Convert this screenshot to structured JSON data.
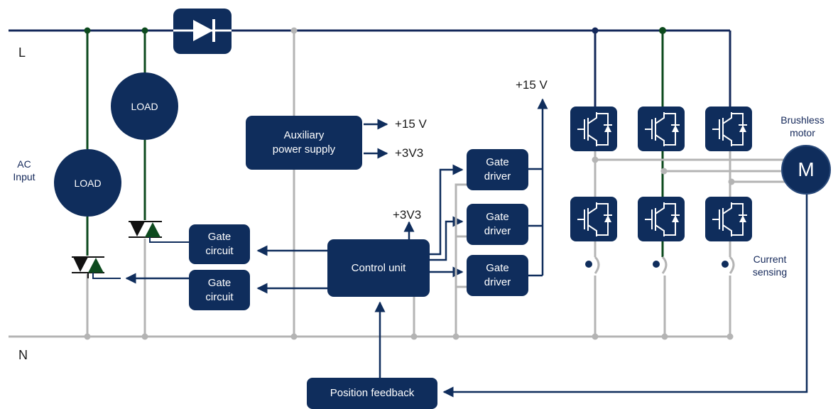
{
  "lines": {
    "live": "L",
    "neutral": "N"
  },
  "ac_input": {
    "line1": "AC",
    "line2": "Input"
  },
  "loads": [
    "LOAD",
    "LOAD"
  ],
  "aux_supply": {
    "line1": "Auxiliary",
    "line2": "power supply"
  },
  "rails": {
    "aux_15v": "+15 V",
    "aux_3v3": "+3V3",
    "gate_15v": "+15 V",
    "control_3v3": "+3V3"
  },
  "gate_circuits": [
    {
      "line1": "Gate",
      "line2": "circuit"
    },
    {
      "line1": "Gate",
      "line2": "circuit"
    }
  ],
  "control_unit": "Control unit",
  "gate_drivers": [
    {
      "line1": "Gate",
      "line2": "driver"
    },
    {
      "line1": "Gate",
      "line2": "driver"
    },
    {
      "line1": "Gate",
      "line2": "driver"
    }
  ],
  "motor": {
    "symbol": "M",
    "line1": "Brushless",
    "line2": "motor"
  },
  "current_sensing": {
    "line1": "Current",
    "line2": "sensing"
  },
  "position_feedback": "Position feedback",
  "colors": {
    "navy": "#0f2d5c",
    "green": "#0d4a1e",
    "gray": "#b4b4b4",
    "rail": "#14285a"
  }
}
